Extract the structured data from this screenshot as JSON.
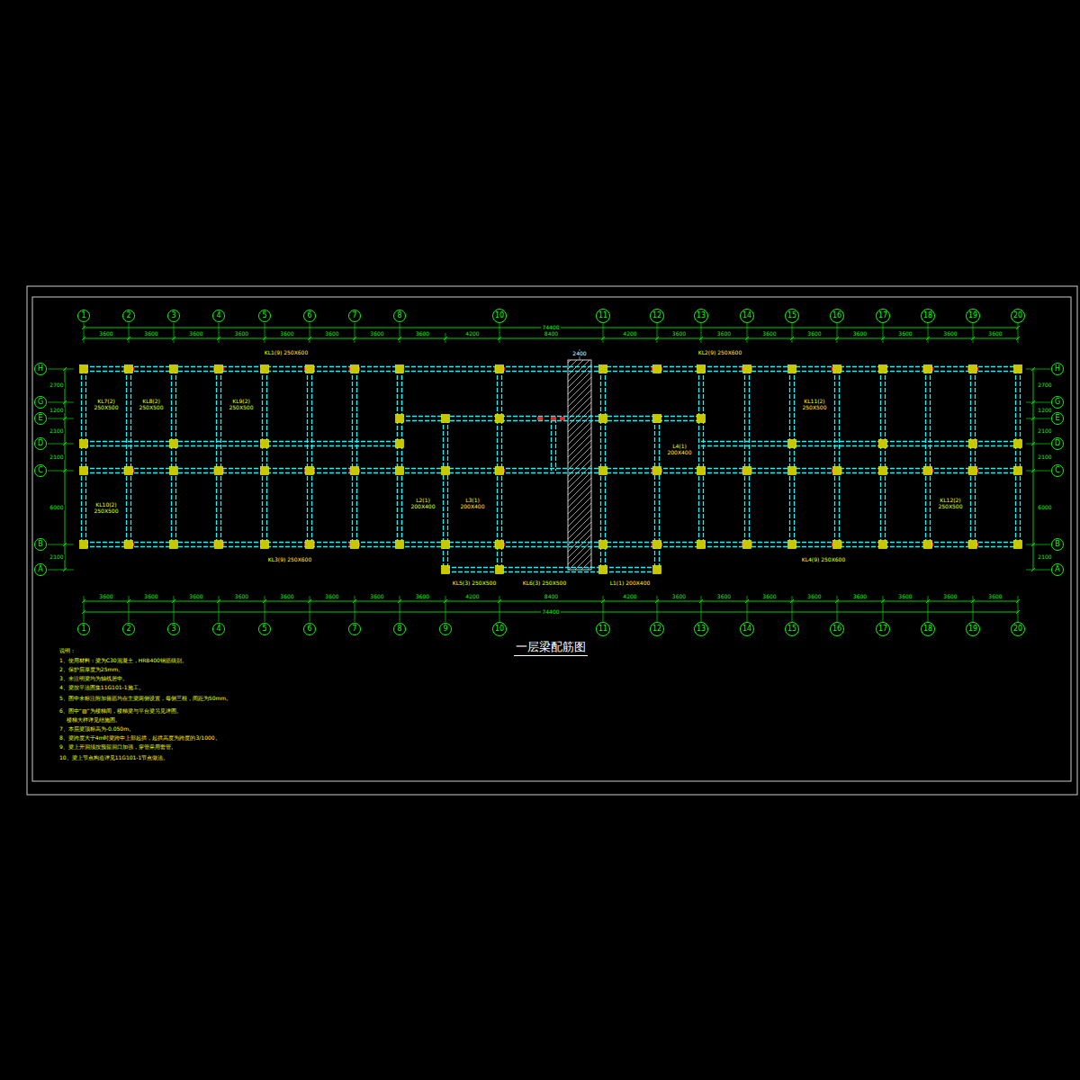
{
  "diagram": {
    "title": "一层梁配筋图",
    "nodes": [
      {
        "text": [
          "1"
        ]
      },
      {
        "text": [
          "2"
        ]
      },
      {
        "text": [
          "3"
        ]
      },
      {
        "text": [
          "4"
        ]
      },
      {
        "text": [
          "5"
        ]
      },
      {
        "text": [
          "6"
        ]
      },
      {
        "text": [
          "7"
        ]
      },
      {
        "text": [
          "8"
        ]
      },
      {
        "text": [
          "10"
        ]
      },
      {
        "text": [
          "11"
        ]
      },
      {
        "text": [
          "12"
        ]
      },
      {
        "text": [
          "13"
        ]
      },
      {
        "text": [
          "14"
        ]
      },
      {
        "text": [
          "15"
        ]
      },
      {
        "text": [
          "16"
        ]
      },
      {
        "text": [
          "17"
        ]
      },
      {
        "text": [
          "18"
        ]
      },
      {
        "text": [
          "19"
        ]
      },
      {
        "text": [
          "20"
        ]
      },
      {
        "text": [
          "H"
        ]
      },
      {
        "text": [
          "G"
        ]
      },
      {
        "text": [
          "E"
        ]
      },
      {
        "text": [
          "D"
        ]
      },
      {
        "text": [
          "C"
        ]
      },
      {
        "text": [
          "B"
        ]
      },
      {
        "text": [
          "A"
        ]
      },
      {
        "text": [
          "H"
        ]
      },
      {
        "text": [
          "G"
        ]
      },
      {
        "text": [
          "E"
        ]
      },
      {
        "text": [
          "D"
        ]
      },
      {
        "text": [
          "C"
        ]
      },
      {
        "text": [
          "B"
        ]
      },
      {
        "text": [
          "A"
        ]
      },
      {
        "text": [
          "1"
        ]
      },
      {
        "text": [
          "2"
        ]
      },
      {
        "text": [
          "3"
        ]
      },
      {
        "text": [
          "4"
        ]
      },
      {
        "text": [
          "5"
        ]
      },
      {
        "text": [
          "6"
        ]
      },
      {
        "text": [
          "7"
        ]
      },
      {
        "text": [
          "8"
        ]
      },
      {
        "text": [
          "9"
        ]
      },
      {
        "text": [
          "10"
        ]
      },
      {
        "text": [
          "11"
        ]
      },
      {
        "text": [
          "12"
        ]
      },
      {
        "text": [
          "13"
        ]
      },
      {
        "text": [
          "14"
        ]
      },
      {
        "text": [
          "15"
        ]
      },
      {
        "text": [
          "16"
        ]
      },
      {
        "text": [
          "17"
        ]
      },
      {
        "text": [
          "18"
        ]
      },
      {
        "text": [
          "19"
        ]
      },
      {
        "text": [
          "20"
        ]
      }
    ],
    "labels": [
      "3600",
      "3600",
      "3600",
      "3600",
      "3600",
      "3600",
      "3600",
      "3600",
      "4200",
      "8400",
      "4200",
      "3600",
      "3600",
      "3600",
      "3600",
      "3600",
      "3600",
      "3600",
      "3600",
      "74400",
      "3600",
      "3600",
      "3600",
      "3600",
      "3600",
      "3600",
      "3600",
      "3600",
      "4200",
      "8400",
      "4200",
      "3600",
      "3600",
      "3600",
      "3600",
      "3600",
      "3600",
      "3600",
      "3600",
      "74400",
      "2700",
      "1200",
      "2100",
      "2100",
      "6000",
      "2100",
      "2700",
      "1200",
      "2100",
      "2100",
      "6000",
      "2100",
      "KL1(9) 250X600",
      "KL2(9) 250X600",
      "KL3(9) 250X600",
      "KL4(9) 250X600",
      "KL5(3) 250X500",
      "KL6(3) 250X500",
      "L1(1) 200X400",
      "KL7(2) 250X500",
      "KL8(2) 250X500",
      "KL9(2) 250X500",
      "KL10(2) 250X500",
      "L2(1) 200X400",
      "L3(1) 200X400",
      "KL11(2) 250X500",
      "KL12(2) 250X500",
      "L4(1) 200X400",
      "2400",
      "说明：",
      "1、使用材料：梁为C30混凝土，HRB400钢筋级别。",
      "2、保护层厚度为25mm。",
      "3、未注明梁均为轴线居中。",
      "4、梁按平法图集11G101-1施工。",
      "5、图中未标注附加箍筋均在主梁两侧设置，每侧三根，间距为50mm。",
      "6、图中“▨”为楼梯间，楼梯梁与平台梁另见详图。",
      "楼梯大样详见结施图。",
      "7、本层梁顶标高为-0.050m。",
      "8、梁跨度大于4m时梁跨中上部起拱，起拱高度为跨度的3/1000。",
      "9、梁上开洞须按预留洞口加强，穿管采用套管。",
      "10、梁上节点构造详见11G101-1节点做法。"
    ]
  }
}
